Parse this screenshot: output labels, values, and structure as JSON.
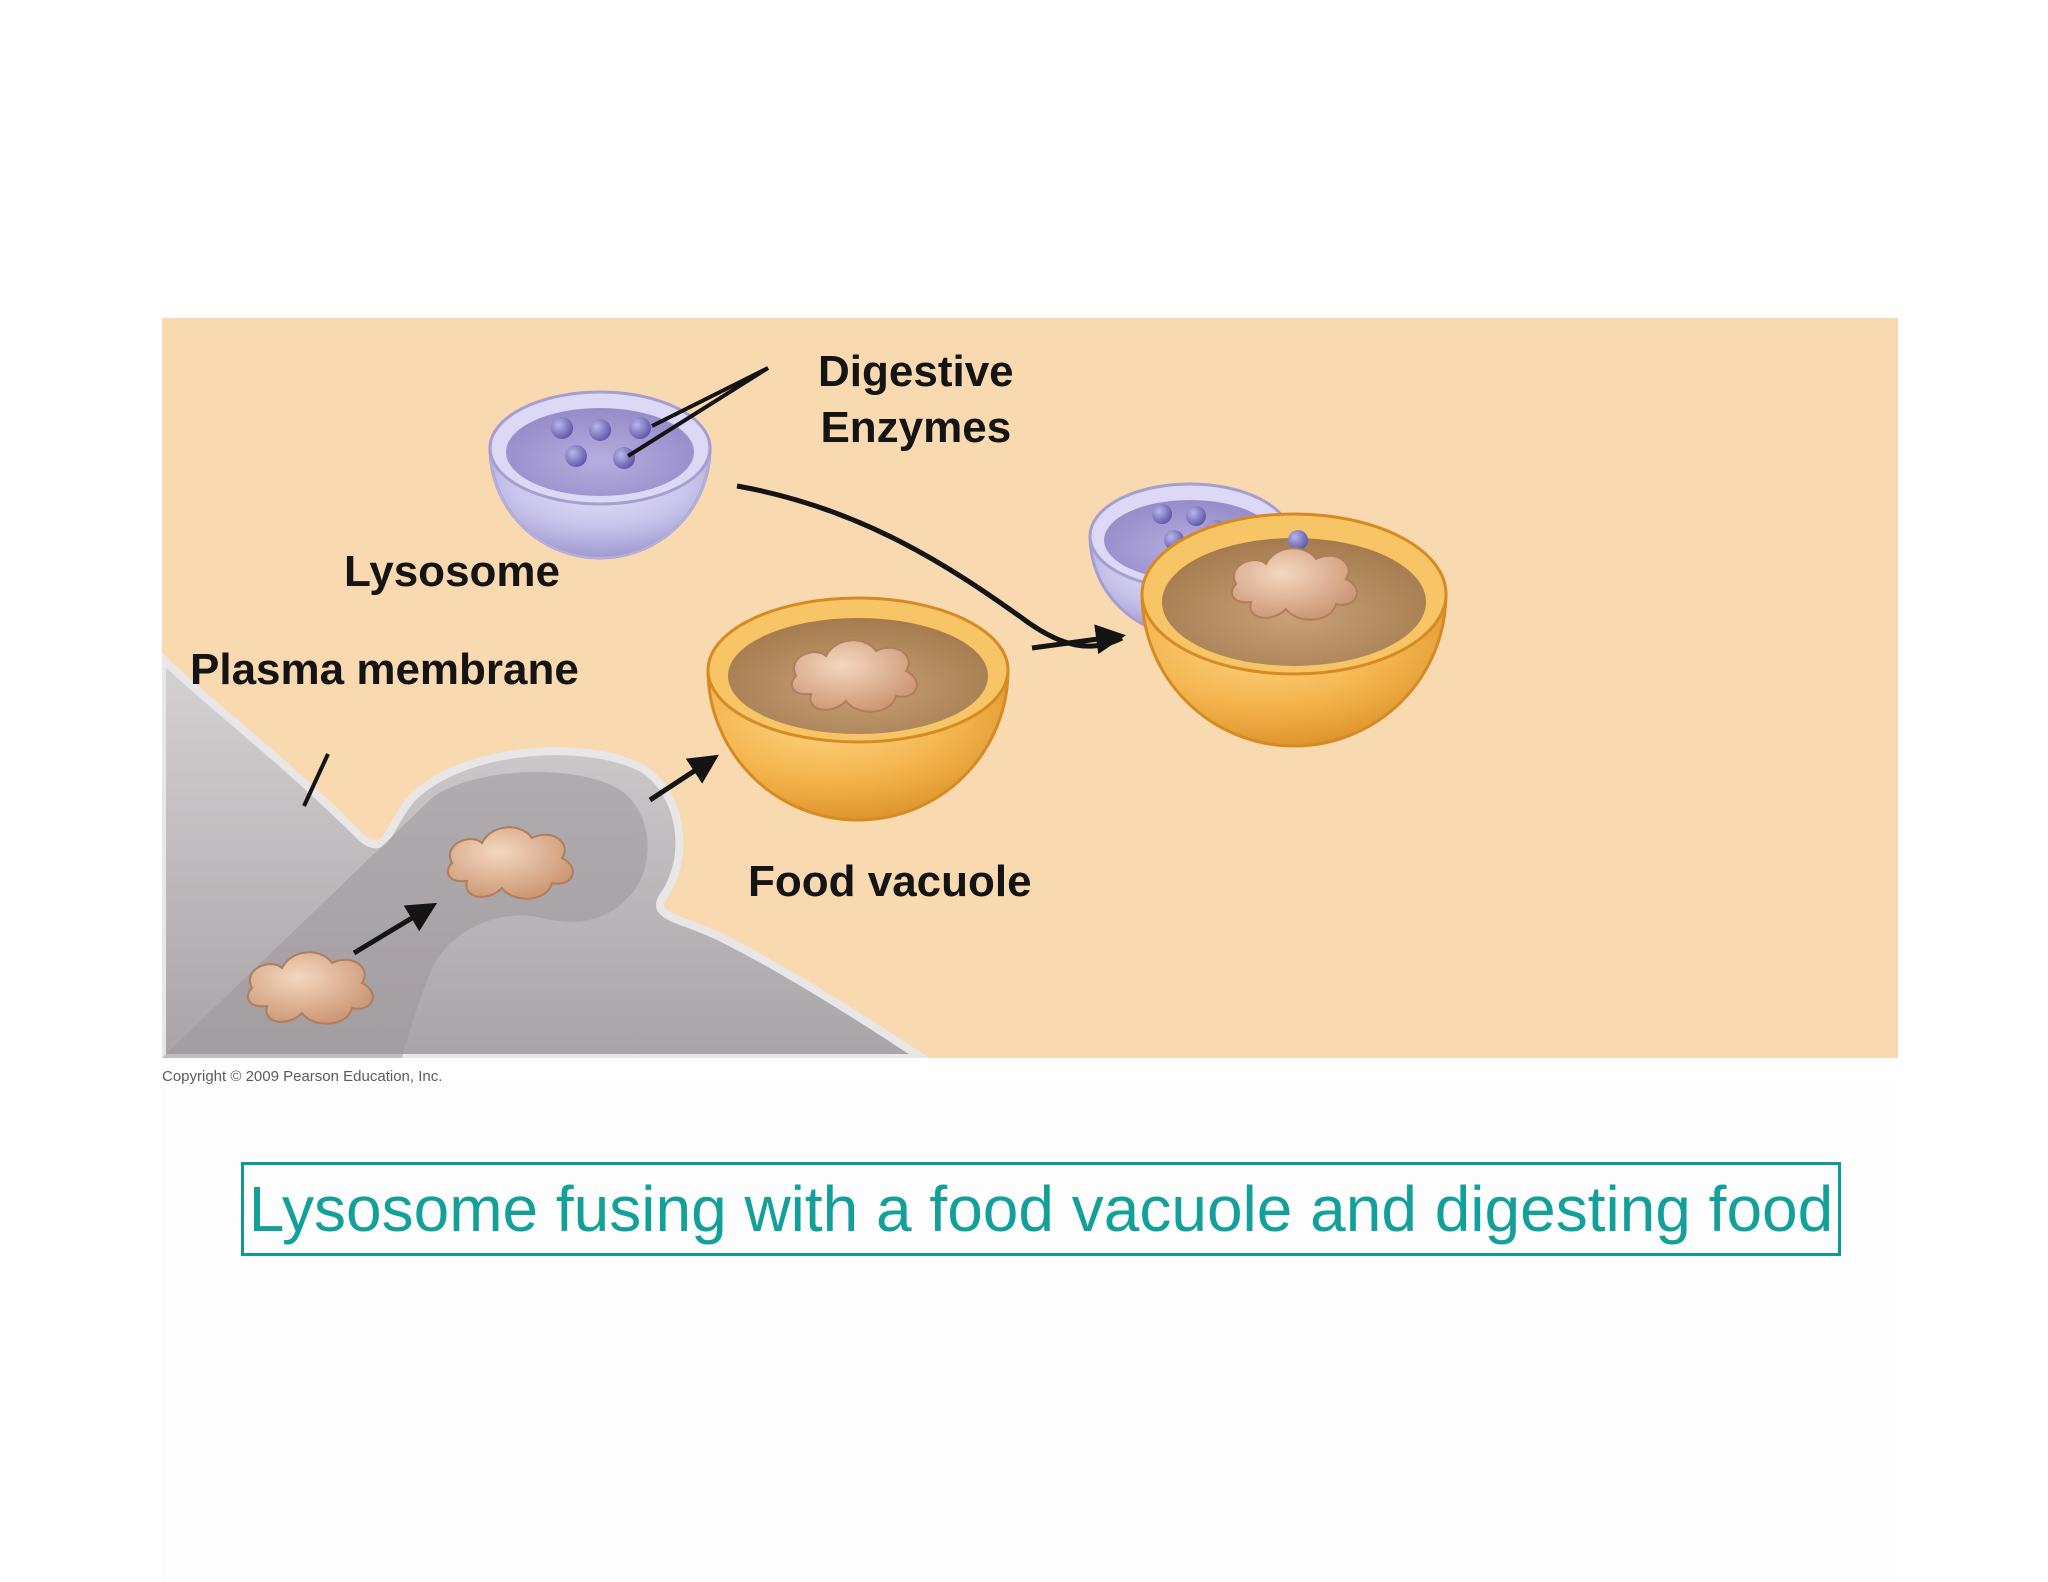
{
  "figure": {
    "labels": {
      "digestive_enzymes_line1": "Digestive",
      "digestive_enzymes_line2": "Enzymes",
      "lysosome": "Lysosome",
      "plasma_membrane": "Plasma membrane",
      "food_vacuole": "Food vacuole"
    },
    "copyright": "Copyright © 2009 Pearson Education, Inc.",
    "colors": {
      "background": "#f8d9b0",
      "lysosome": "#c9c4ea",
      "enzyme": "#7e78c0",
      "vacuole": "#f2b24a",
      "membrane": "#bdb8bb",
      "food": "#d9a98a"
    }
  },
  "caption": "Lysosome fusing with a food vacuole and digesting food",
  "caption_color": "#13a09a"
}
